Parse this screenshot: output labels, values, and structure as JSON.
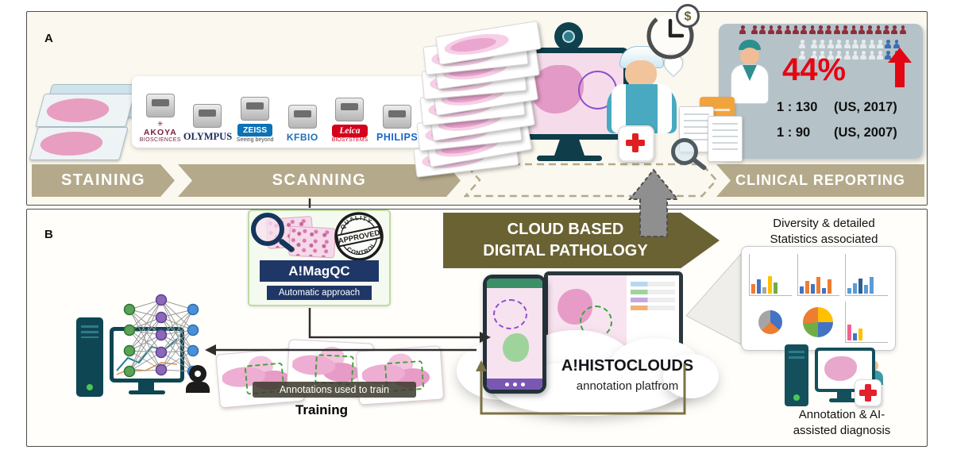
{
  "panels": {
    "a": "A",
    "b": "B"
  },
  "workflow": {
    "staining": "STAINING",
    "scanning": "SCANNING",
    "clinical": "CLINICAL REPORTING"
  },
  "vendors": [
    {
      "name": "AKOYA",
      "sub": "BIOSCIENCES"
    },
    {
      "name": "OLYMPUS"
    },
    {
      "name": "ZEISS",
      "sub": "Seeing beyond"
    },
    {
      "name": "KFBIO"
    },
    {
      "name": "Leica",
      "sub": "BIOSYSTEMS"
    },
    {
      "name": "PHILIPS"
    }
  ],
  "stats": {
    "percent": "44%",
    "rows": [
      {
        "ratio": "1 : 130",
        "note": "(US, 2017)"
      },
      {
        "ratio": "1 : 90",
        "note": "(US, 2007)"
      }
    ]
  },
  "icons": {
    "dollar": "$",
    "akoya_star": "✳"
  },
  "magqc": {
    "title": "A!MagQC",
    "subtitle": "Automatic approach",
    "stamp_top": "QUALITY",
    "stamp_mid": "APPROVED",
    "stamp_bottom": "CONTROL"
  },
  "cloud_banner": {
    "line1": "CLOUD BASED",
    "line2": "DIGITAL PATHOLOGY"
  },
  "platform": {
    "title": "A!HISTOCLOUDS",
    "subtitle": "annotation platfrom"
  },
  "stats_panel": {
    "line1": "Diversity & detailed",
    "line2": "Statistics associated"
  },
  "diagnosis": {
    "line1": "Annotation & AI-",
    "line2": "assisted diagnosis"
  },
  "training": {
    "banner": "Annotations used to train",
    "title": "Training"
  }
}
